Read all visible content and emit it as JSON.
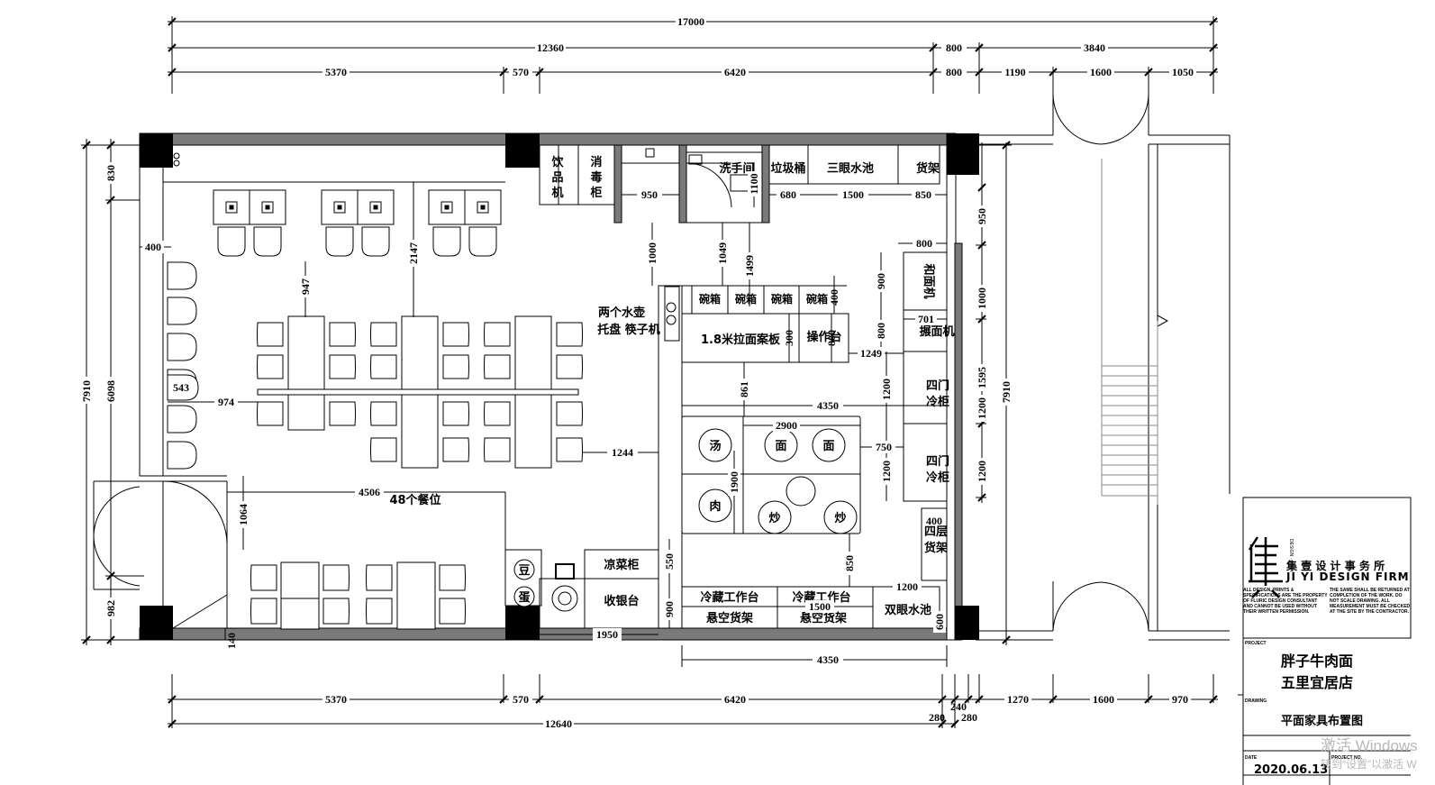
{
  "dimensions": {
    "top_total": "17000",
    "top_row2": [
      "12360",
      "800",
      "3840"
    ],
    "top_row3": [
      "5370",
      "570",
      "6420",
      "800",
      "1190",
      "1600",
      "1050"
    ],
    "bottom_row1": [
      "5370",
      "570",
      "6420",
      "240",
      "1270",
      "1600",
      "970"
    ],
    "bottom_total": "12640",
    "bottom_small": [
      "280",
      "280"
    ],
    "left_outer": "7910",
    "left_inner": "6098",
    "left_top": "830",
    "left_bottom": "982",
    "right_outer": "7910",
    "right_stack": [
      "950",
      "1000",
      "1595",
      "1200",
      "1200"
    ],
    "inner": {
      "d400": "400",
      "d947": "947",
      "d2147": "2147",
      "d543": "543",
      "d974": "974",
      "d1244": "1244",
      "d4506": "4506",
      "d1064": "1064",
      "d140": "140",
      "d950": "950",
      "d1100": "1100",
      "d680": "680",
      "d1500": "1500",
      "d850": "850",
      "d1000": "1000",
      "d1049": "1049",
      "d1499": "1499",
      "d400b": "400",
      "d800a": "800",
      "d900": "900",
      "d800b": "800",
      "d701": "701",
      "d1249": "1249",
      "d300": "300",
      "d800c": "800",
      "d861": "861",
      "d4350a": "4350",
      "d2900": "2900",
      "d1200a": "1200",
      "d750": "750",
      "d1200b": "1200",
      "d1900": "1900",
      "d400c": "400",
      "d850b": "850",
      "d550": "550",
      "d1200c": "1200",
      "d1500b": "1500",
      "d900b": "900",
      "d600": "600",
      "d1950": "1950",
      "d4350b": "4350"
    }
  },
  "labels": {
    "beverage_machine": "饮品机",
    "sterilizer": "消毒柜",
    "handwash": "洗手间",
    "trash": "垃圾桶",
    "triple_sink": "三眼水池",
    "shelf_top": "货架",
    "bowl_box": "碗箱",
    "noodle_board": "1.8米拉面案板",
    "work_table": "操作台",
    "kettles": "两个水壶",
    "tray_chopsticks": "托盘 筷子机",
    "dough_mixer": "和面机",
    "noodle_machine": "搌面机",
    "four_door_fridge": "四门冷柜",
    "soup": "汤",
    "noodle": "面",
    "meat": "肉",
    "stir_fry": "炒",
    "four_tier_shelf": "四层货架",
    "cold_dish_cabinet": "凉菜柜",
    "cashier": "收银台",
    "bean": "豆",
    "egg": "蛋",
    "cold_work_table": "冷藏工作台",
    "hanging_shelf": "悬空货架",
    "double_sink": "双眼水池",
    "seats": "48个餐位"
  },
  "title_block": {
    "company_cn": "集 壹 设 计 事 务 所",
    "company_en": "JI YI DESIGN FIRM",
    "logo_side": "DESIGN · JI · YI",
    "note_left": "ALL DESIGN, PRINTS & SPECIFICATIONS ARE THE PROPERTY OF FLURIC DESIGN CONSULTANT AND CANNOT BE USED WITHOUT THEIR WRITTEN PERMISSION.",
    "note_right": "THE SAME SHALL BE RETURNED AT COMPLETION OF THE WORK. DO NOT SCALE DRAWING. ALL MEASUREMENT MUST BE CHECKED AT THE SITE BY THE CONTRACTOR.",
    "project_label": "PROJECT",
    "project_line1": "胖子牛肉面",
    "project_line2": "五里宜居店",
    "drawing_label": "DRAWING",
    "drawing_name": "平面家具布置图",
    "date_label": "DATE",
    "project_no_label": "PROJECT NO.",
    "date_value": "2020.06.13"
  },
  "watermark": {
    "line1": "激活 Windows",
    "line2": "转到“设置”以激活 W"
  }
}
